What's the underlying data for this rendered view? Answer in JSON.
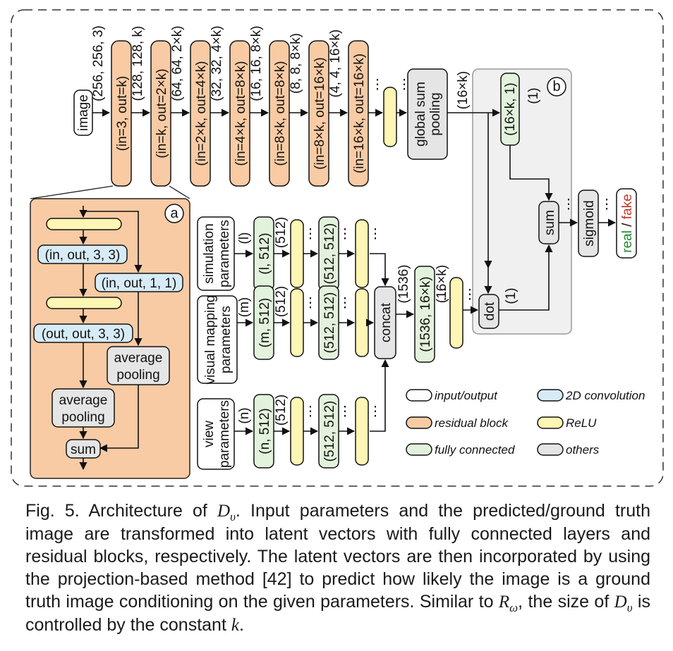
{
  "image_label": "image",
  "dims_top": [
    "(256, 256, 3)",
    "(128, 128, k)",
    "(64, 64, 2×k)",
    "(32, 32, 4×k)",
    "(16, 16, 8×k)",
    "(8, 8, 8×k)",
    "(4, 4, 16×k)"
  ],
  "res_blocks": [
    "(in=3, out=k)",
    "(in=k, out=2×k)",
    "(in=2×k, out=4×k)",
    "(in=4×k, out=8×k)",
    "(in=8×k, out=8×k)",
    "(in=8×k, out=16×k)",
    "(in=16×k, out=16×k)"
  ],
  "dots": "⋮",
  "pool_label": [
    "global sum",
    "pooling"
  ],
  "dim_pool": "(16×k)",
  "fc_b": "(16×k, 1)",
  "dim_b": "(1)",
  "badge_a": "a",
  "badge_b": "b",
  "sum_label": "sum",
  "sigmoid_label": "sigmoid",
  "out_real": "real",
  "out_slash": " / ",
  "out_fake": "fake",
  "out_real_color": "#1f8a2e",
  "out_fake_color": "#c0392b",
  "params": [
    {
      "label": [
        "simulation",
        "parameters"
      ],
      "dim_in": "(l)",
      "fc1": "(l, 512)",
      "dim1": "(512)",
      "fc2": "(512, 512)"
    },
    {
      "label": [
        "visual mapping",
        "parameters"
      ],
      "dim_in": "(m)",
      "fc1": "(m, 512)",
      "dim1": "(512)",
      "fc2": "(512, 512)"
    },
    {
      "label": [
        "view",
        "parameters"
      ],
      "dim_in": "(n)",
      "fc1": "(n, 512)",
      "dim1": "(512)",
      "fc2": "(512, 512)"
    }
  ],
  "concat_label": "concat",
  "dim_concat": "(1536)",
  "fc_concat": "(1536, 16×k)",
  "dim_concat_out": "(16×k)",
  "dot_label": "dot",
  "dim_dot": "(1)",
  "inset": {
    "conv1": "(in, out, 3, 3)",
    "conv_skip": "(in, out, 1, 1)",
    "conv2": "(out, out, 3, 3)",
    "avgpool_skip": [
      "average",
      "pooling"
    ],
    "avgpool_main": [
      "average",
      "pooling"
    ],
    "sum": "sum"
  },
  "legend": {
    "input_output": "input/output",
    "conv2d": "2D convolution",
    "residual": "residual block",
    "relu": "ReLU",
    "fc": "fully connected",
    "others": "others"
  },
  "colors": {
    "residual": "#f9cba4",
    "relu": "#fdf6b4",
    "fc": "#e3f2dc",
    "conv": "#d7ebf7",
    "others": "#e5e5e5",
    "panel_b": "#f0f0f0"
  },
  "caption": {
    "fig": "Fig. 5.",
    "t1": "Architecture of",
    "D": "D",
    "sub_v": "υ",
    "t2": ". Input parameters and the predicted/ground truth image are transformed into latent vectors with fully connected layers and residual blocks, respectively. The latent vectors are then incorporated by using the projection-based method [42] to predict how likely the image is a ground truth image conditioning on the given parameters. Similar to",
    "R": "R",
    "sub_w": "ω",
    "t3": ", the size of",
    "t4": "is controlled by the constant",
    "k": "k",
    "t5": "."
  }
}
